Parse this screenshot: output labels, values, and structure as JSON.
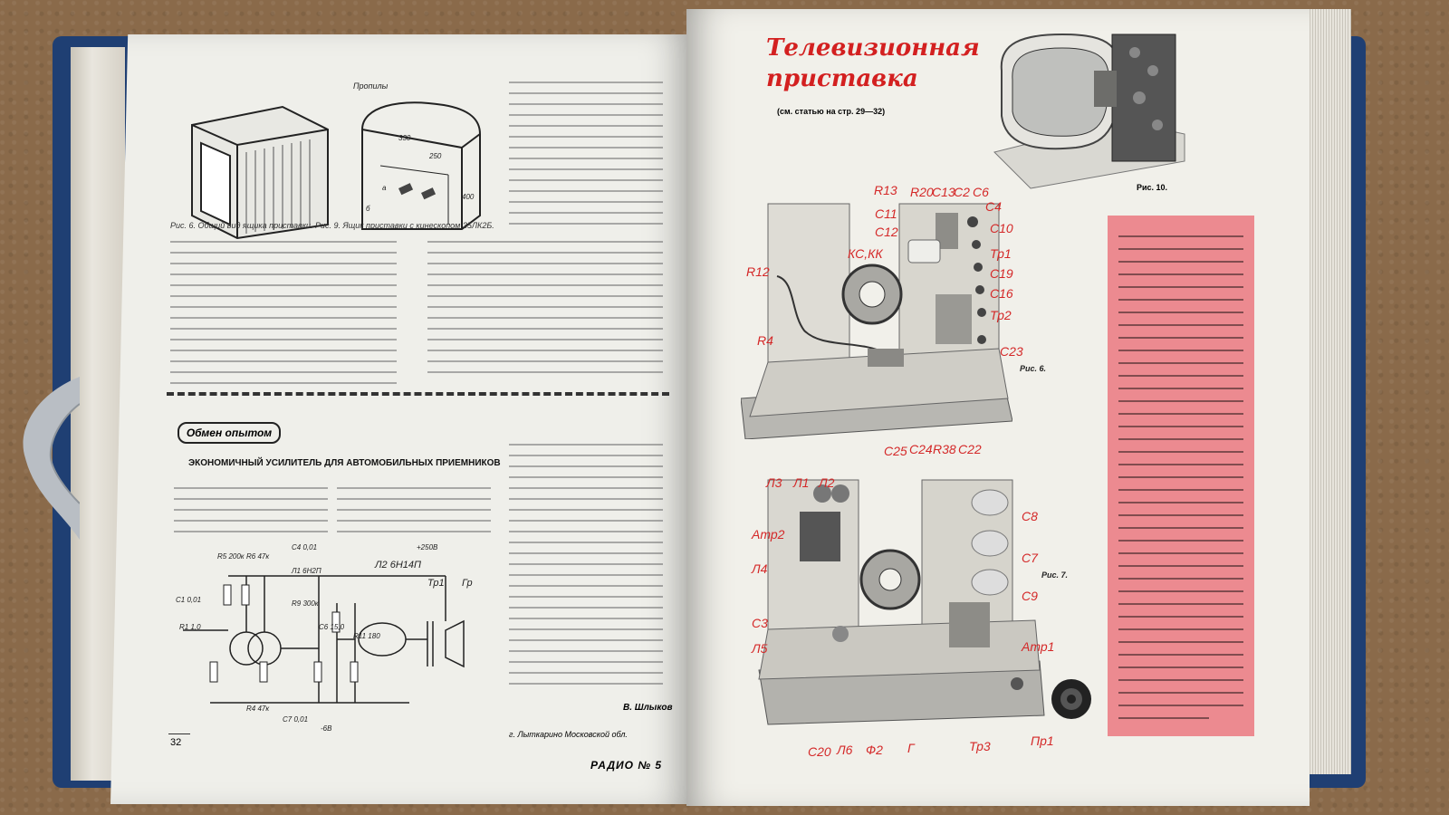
{
  "left_page": {
    "figure_captions": "Рис. 6. Общий вид ящика приставки.   Рис. 9. Ящик приставки с кинескопом 35ЛК2Б.",
    "box_labels": {
      "propily": "Пропилы",
      "d330": "330",
      "d250": "250",
      "d400": "400",
      "a": "а",
      "b": "б"
    },
    "section_logo": "Обмен опытом",
    "section_title": "ЭКОНОМИЧНЫЙ УСИЛИТЕЛЬ ДЛЯ АВТОМОБИЛЬНЫХ ПРИЕМНИКОВ",
    "author": "В. Шлыков",
    "location": "г. Лыткарино Московской обл.",
    "page_number": "32",
    "magazine": "РАДИО № 5",
    "circuit_labels": {
      "l1": "Л1 6Н2П",
      "l2": "Л2 6Н14П",
      "tr1": "Тр1",
      "gr": "Гр",
      "c1": "C1 0,01",
      "c4": "C4 0,01",
      "c7": "C7 0,01",
      "plus": "+250В",
      "r5": "R5 200к",
      "r6": "R6 47к",
      "r9": "R9 300к",
      "r11": "R11 180",
      "r1": "R1 1,0",
      "c6": "C6 15,0",
      "r4": "R4 47к",
      "minus": "-6В"
    }
  },
  "right_page": {
    "title": "Телевизионная приставка",
    "subtitle": "(см. статью на стр. 29—32)",
    "fig10": "Рис. 10.",
    "fig6": "Рис. 6.",
    "fig7": "Рис. 7.",
    "fig6_labels": [
      "R13",
      "R20",
      "C13",
      "C2",
      "C6",
      "C4",
      "C11",
      "C12",
      "C10",
      "Тр1",
      "КС,КК",
      "R12",
      "C19",
      "C16",
      "Тр2",
      "R4",
      "C23",
      "C25",
      "C24",
      "R38",
      "C22"
    ],
    "fig7_labels": [
      "Л3",
      "Л1",
      "Л2",
      "C8",
      "Атр2",
      "C7",
      "Л4",
      "C9",
      "C3",
      "Атр1",
      "Л5",
      "C20",
      "Л6",
      "Ф2",
      "Г",
      "Тр3",
      "Пр1"
    ]
  },
  "colors": {
    "title_red": "#d32020",
    "note_pink": "#ec8a90",
    "cover_blue": "#1f3f73",
    "page": "#efefea"
  }
}
